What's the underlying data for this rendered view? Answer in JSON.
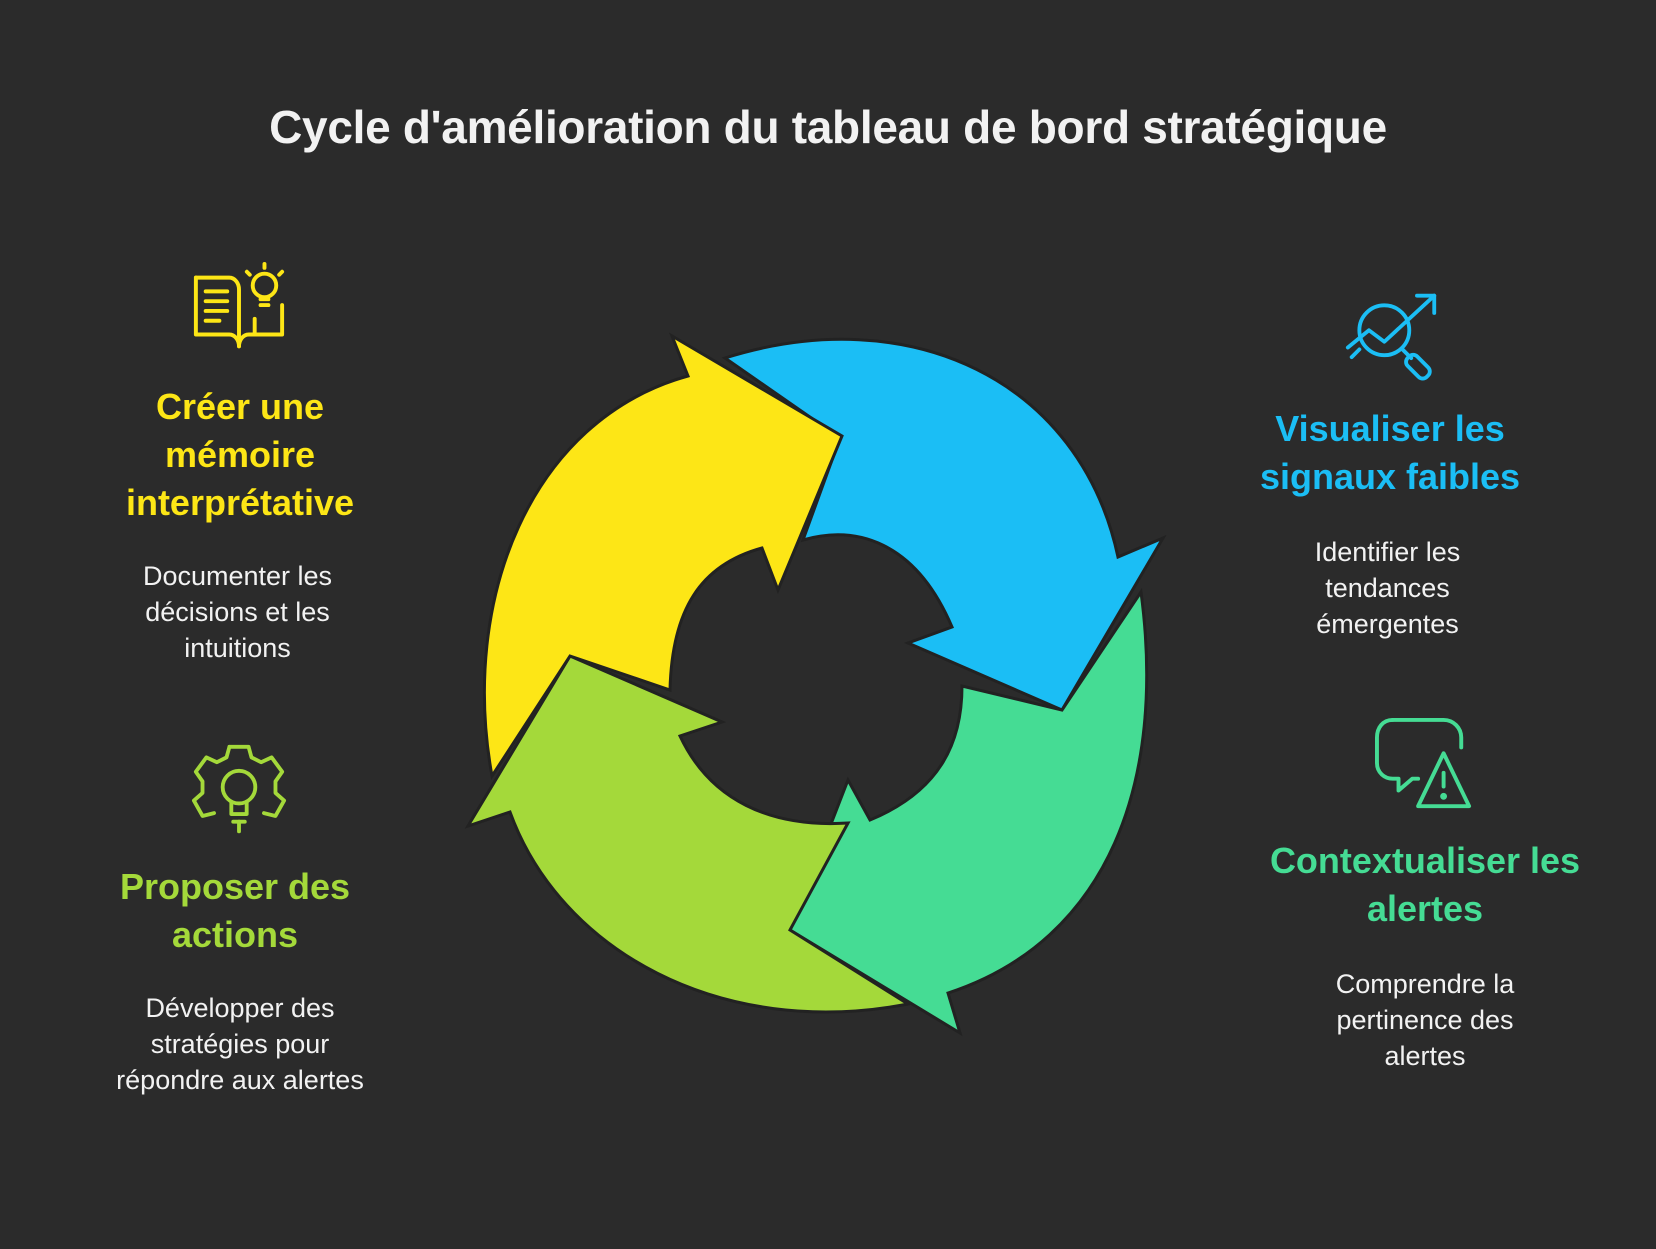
{
  "title": "Cycle d'amélioration du tableau de bord stratégique",
  "colors": {
    "background": "#2b2b2b",
    "yellow": "#fde616",
    "blue": "#1bbef5",
    "green": "#45dc94",
    "lime": "#a4d93a",
    "text": "#f2f2f2"
  },
  "steps": [
    {
      "id": "memoire",
      "title": "Créer une mémoire interprétative",
      "description": "Documenter les décisions et les intuitions",
      "icon": "book-lightbulb-icon",
      "color": "#fde616"
    },
    {
      "id": "signaux",
      "title": "Visualiser les signaux faibles",
      "description": "Identifier les tendances émergentes",
      "icon": "trend-magnifier-icon",
      "color": "#1bbef5"
    },
    {
      "id": "alertes",
      "title": "Contextualiser les alertes",
      "description": "Comprendre la pertinence des alertes",
      "icon": "chat-warning-icon",
      "color": "#45dc94"
    },
    {
      "id": "actions",
      "title": "Proposer des actions",
      "description": "Développer des stratégies pour répondre aux alertes",
      "icon": "gear-lightbulb-icon",
      "color": "#a4d93a"
    }
  ]
}
